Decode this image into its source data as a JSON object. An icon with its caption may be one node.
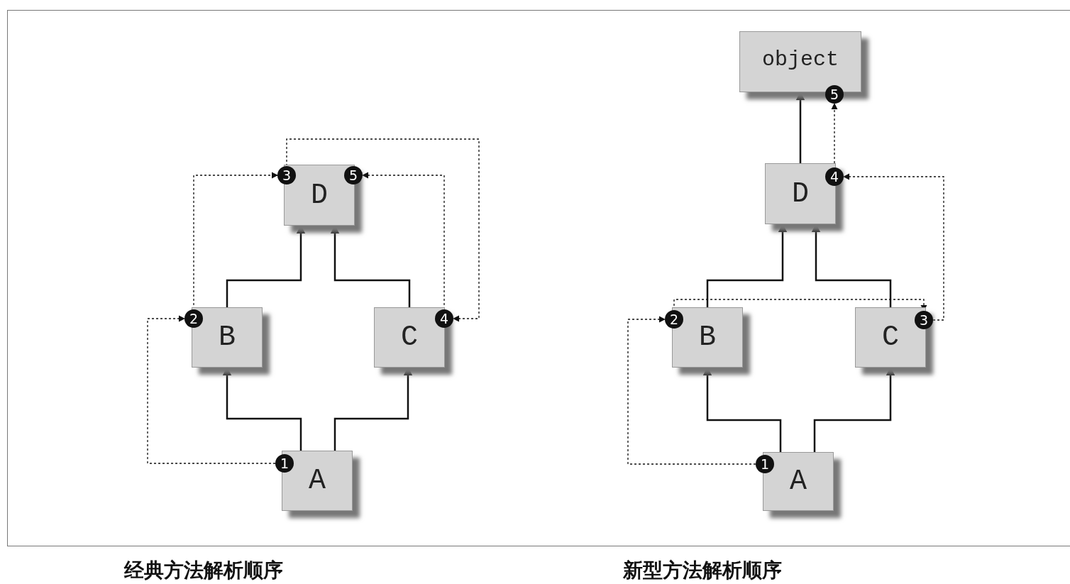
{
  "diagram": {
    "nodes": [
      {
        "text": [
          "D"
        ]
      },
      {
        "text": [
          "3"
        ]
      },
      {
        "text": [
          "5"
        ]
      },
      {
        "text": [
          "B"
        ]
      },
      {
        "text": [
          "2"
        ]
      },
      {
        "text": [
          "C"
        ]
      },
      {
        "text": [
          "4"
        ]
      },
      {
        "text": [
          "A"
        ]
      },
      {
        "text": [
          "1"
        ]
      },
      {
        "text": [
          "object"
        ]
      },
      {
        "text": [
          "5"
        ]
      },
      {
        "text": [
          "D"
        ]
      },
      {
        "text": [
          "4"
        ]
      },
      {
        "text": [
          "B"
        ]
      },
      {
        "text": [
          "2"
        ]
      },
      {
        "text": [
          "C"
        ]
      },
      {
        "text": [
          "3"
        ]
      },
      {
        "text": [
          "A"
        ]
      },
      {
        "text": [
          "1"
        ]
      }
    ],
    "edges": [
      {
        "from": 7,
        "to": 3,
        "arrow": "to"
      },
      {
        "from": 7,
        "to": 5,
        "arrow": "to"
      },
      {
        "from": 3,
        "to": 0,
        "arrow": "to"
      },
      {
        "from": 5,
        "to": 0,
        "arrow": "to"
      },
      {
        "from": 8,
        "to": 4,
        "arrow": "to",
        "style": "dashed"
      },
      {
        "from": 4,
        "to": 1,
        "arrow": "to",
        "style": "dashed"
      },
      {
        "from": 1,
        "to": 6,
        "arrow": "to",
        "style": "dashed"
      },
      {
        "from": 6,
        "to": 2,
        "arrow": "to",
        "style": "dashed"
      },
      {
        "from": 17,
        "to": 13,
        "arrow": "to"
      },
      {
        "from": 17,
        "to": 15,
        "arrow": "to"
      },
      {
        "from": 13,
        "to": 11,
        "arrow": "to"
      },
      {
        "from": 15,
        "to": 11,
        "arrow": "to"
      },
      {
        "from": 11,
        "to": 9,
        "arrow": "to"
      },
      {
        "from": 18,
        "to": 14,
        "arrow": "to",
        "style": "dashed"
      },
      {
        "from": 14,
        "to": 16,
        "arrow": "to",
        "style": "dashed"
      },
      {
        "from": 16,
        "to": 12,
        "arrow": "to",
        "style": "dashed"
      },
      {
        "from": 12,
        "to": 10,
        "arrow": "to",
        "style": "dashed"
      }
    ],
    "labels": [
      "经典方法解析顺序",
      "新型方法解析顺序"
    ]
  }
}
